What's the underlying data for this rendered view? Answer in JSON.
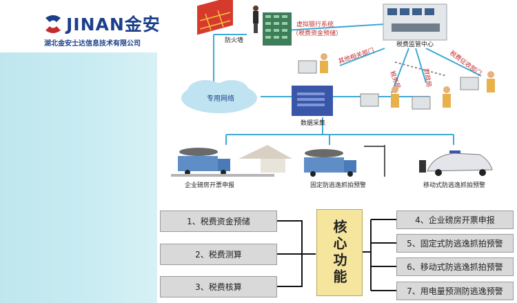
{
  "brand": {
    "logo_text": "JINAN金安",
    "company": "湖北金安士达信息技术有限公司"
  },
  "network": {
    "firewall": "防火墙",
    "virtual_bank_line1": "虚拟银行系统",
    "virtual_bank_line2": "（税费资金预储）",
    "monitor_center": "税费监管中心",
    "dept_other": "其他相关部门",
    "dept_tax": "税务局",
    "dept_finance": "财政局",
    "dept_tax_levy": "税费征收部门",
    "private_network": "专用网络",
    "data_collection": "数据采集",
    "site_weighbridge": "企业磅房开票申报",
    "site_fixed": "固定防逃逸抓拍预警",
    "site_mobile": "移动式防逃逸抓拍预警"
  },
  "functions": {
    "core_label": "核心功能",
    "left": [
      "1、税费资金预储",
      "2、税费测算",
      "3、税费核算"
    ],
    "right": [
      "4、企业磅房开票申报",
      "5、固定式防逃逸抓拍预警",
      "6、移动式防逃逸抓拍预警",
      "7、用电量预测防逃逸预警"
    ]
  },
  "colors": {
    "brand_blue": "#1b3f8b",
    "accent_red": "#c42d2d",
    "core_fill": "#f6e59d",
    "box_fill": "#d9d9d9",
    "sidebar_cyan": "#c4e9f0"
  }
}
